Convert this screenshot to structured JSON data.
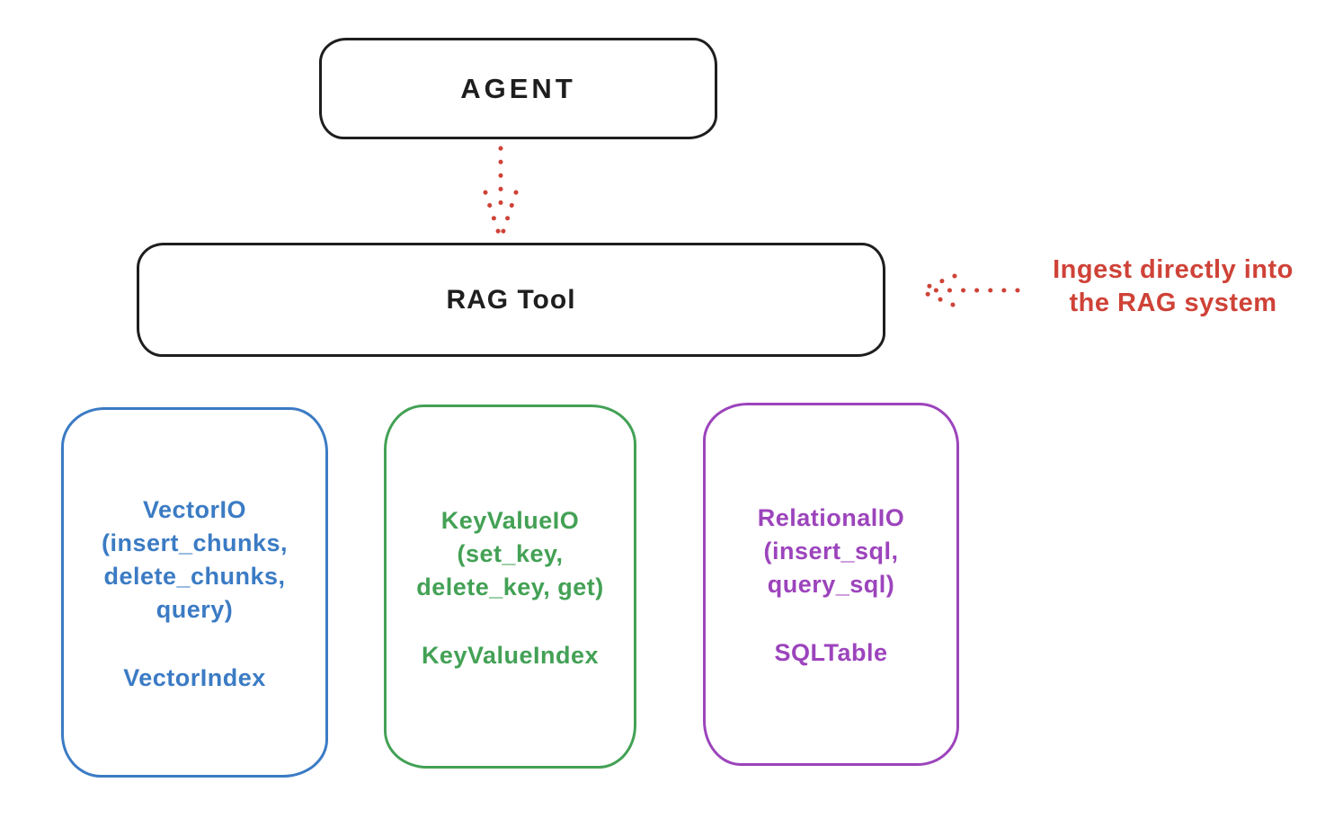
{
  "colors": {
    "ink": "#1e1e1e",
    "red": "#cf4237",
    "blue": "#3b7bc4",
    "green": "#43a155",
    "purple": "#9c44bc"
  },
  "agent_box": {
    "label": "AGENT"
  },
  "rag_tool_box": {
    "label": "RAG Tool"
  },
  "annotation": {
    "text": "Ingest directly into\nthe RAG system"
  },
  "storage_boxes": [
    {
      "io_text": "VectorIO\n(insert_chunks,\ndelete_chunks,\nquery)",
      "index_text": "VectorIndex"
    },
    {
      "io_text": "KeyValueIO\n(set_key,\ndelete_key, get)",
      "index_text": "KeyValueIndex"
    },
    {
      "io_text": "RelationalIO\n(insert_sql,\nquery_sql)",
      "index_text": "SQLTable"
    }
  ]
}
